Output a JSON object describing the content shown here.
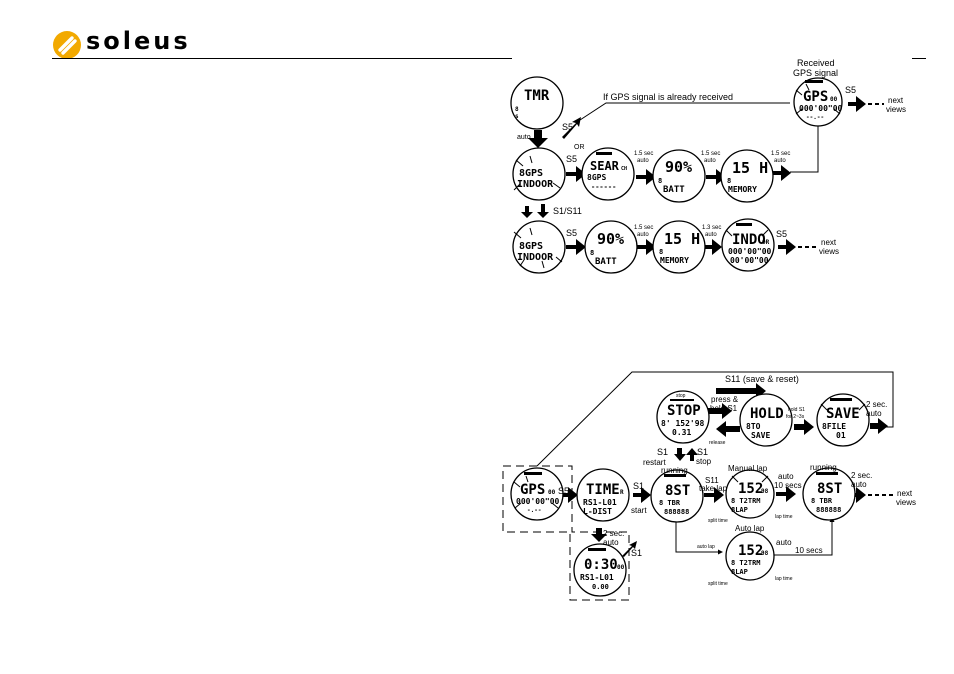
{
  "header": {
    "brand": "soleus",
    "accent_color": "#f2a900",
    "logo_icon": "soleus-logo-icon"
  },
  "top_flow": {
    "watches": {
      "tmr": {
        "main": "TMR",
        "sub1": "8",
        "sub2": "s"
      },
      "gps_indoor_1": {
        "line1": "8GPS",
        "line2": "INDOOR"
      },
      "search": {
        "main": "SEAR",
        "suffix": "CH",
        "line2": "8GPS",
        "line3": "------"
      },
      "satt_1": {
        "main": "90%",
        "line2": "8",
        "line3": "BATT"
      },
      "memory_1": {
        "main": "15 H",
        "line2": "8",
        "line3": "MEMORY"
      },
      "gps_received": {
        "main": "GPS",
        "suffix": "00",
        "line2": "000'00\"00",
        "line3": "--.--"
      },
      "gps_indoor_2": {
        "line1": "8GPS",
        "line2": "INDOOR"
      },
      "satt_2": {
        "main": "90%",
        "line2": "8",
        "line3": "BATT"
      },
      "memory_2": {
        "main": "15 H",
        "line2": "8",
        "line3": "MEMORY"
      },
      "indoor": {
        "main": "INDO",
        "suffix": "OR",
        "line2": "000'00\"00",
        "line3": "00'00\"00"
      }
    },
    "labels": {
      "received": "Received",
      "gps_signal": "GPS signal",
      "if_received": "If GPS signal is already received",
      "s5_a": "S5",
      "or": "OR",
      "auto": "auto",
      "s5_b": "S5",
      "sec15_a": "1.5 sec",
      "auto_a": "auto",
      "sec15_b": "1.5 sec",
      "auto_b": "auto",
      "sec15_c": "1.5 sec",
      "auto_c": "auto",
      "s5_c": "S5",
      "next_a": "next",
      "views_a": "views",
      "s1_s11": "S1/S11",
      "s5_d": "S5",
      "sec15_d": "1.5 sec",
      "auto_d": "auto",
      "sec13": "1.3 sec",
      "auto_e": "auto",
      "s5_e": "S5",
      "next_b": "next",
      "views_b": "views"
    }
  },
  "bottom_flow": {
    "watches": {
      "gps": {
        "main": "GPS",
        "suffix": "00",
        "line2": "000'00\"00",
        "line3": "-.--"
      },
      "time": {
        "main": "TIME",
        "suffix": "R",
        "line2": "RS1-L01",
        "line3": "L-DIST"
      },
      "countdown": {
        "main": "0:30",
        "suffix": "00",
        "line2": "RS1-L01",
        "line3": "0.00"
      },
      "stop": {
        "top": "stop",
        "main": "STOP",
        "line2": "8' 152'98",
        "line3": "0.31"
      },
      "hold": {
        "main": "HOLD",
        "line2": "8TO",
        "line3": "SAVE"
      },
      "save": {
        "main": "SAVE",
        "line2": "8FILE",
        "line3": "01"
      },
      "running_1": {
        "main": "8ST",
        "line2": "8 TBR",
        "line3": "888888"
      },
      "manual_lap": {
        "main": "152",
        "suffix": "98",
        "line2": "8 T2TRM",
        "line3": "8LAP"
      },
      "running_2": {
        "main": "8ST",
        "line2": "8 TBR",
        "line3": "888888"
      },
      "auto_lap": {
        "main": "152",
        "suffix": "98",
        "line2": "8 T2TRM",
        "line3": "8LAP"
      }
    },
    "labels": {
      "s11_save": "S11 (save & reset)",
      "press": "press &",
      "hold_s1": "hold S1",
      "release": "release",
      "hold_s1_small": "hold S1",
      "for_2s": "for 2~3s",
      "two_sec_a": "2 sec.",
      "auto_a": "auto",
      "s1_restart_a": "S1",
      "restart": "restart",
      "s1_stop_a": "S1",
      "stop": "stop",
      "running_a": "running",
      "manual_lap": "Manual lap",
      "running_b": "running",
      "s5": "S5",
      "s1_start_a": "S1",
      "start": "start",
      "s11_a": "S11",
      "take_lap": "take lap",
      "auto_b": "auto",
      "ten_secs_a": "10 secs",
      "two_sec_b": "2 sec.",
      "auto_c": "auto",
      "next": "next",
      "views": "views",
      "split_time_a": "split time",
      "lap_time_a": "lap time",
      "two_sec_c": "2 sec.",
      "auto_d": "auto",
      "auto_lap": "Auto lap",
      "auto_lap_small": "auto lap",
      "auto_e": "auto",
      "ten_secs_b": "10 secs",
      "s1_c": "S1",
      "split_time_b": "split time",
      "lap_time_b": "lap time"
    }
  }
}
